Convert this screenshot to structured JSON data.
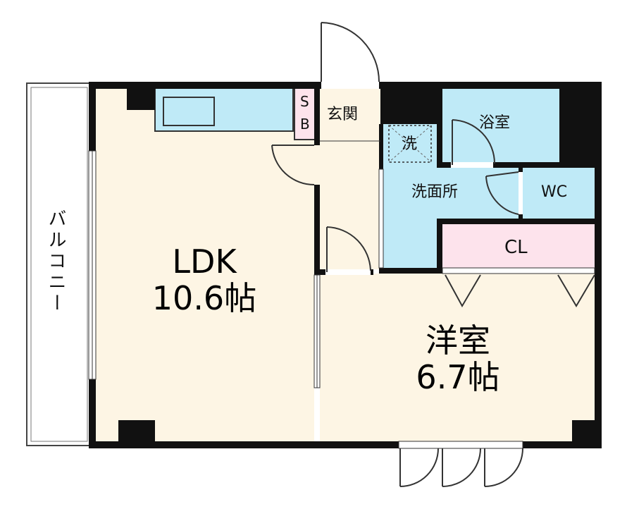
{
  "colors": {
    "wall": "#111111",
    "ldk_floor": "#fdf5e4",
    "wet_area": "#bfeaf7",
    "closet": "#fde3ec",
    "white": "#ffffff"
  },
  "rooms": {
    "ldk": {
      "name": "LDK",
      "size": "10.6帖"
    },
    "western": {
      "name": "洋室",
      "size": "6.7帖"
    },
    "balcony": {
      "name": "バルコニー"
    },
    "entrance": {
      "name": "玄関"
    },
    "shoe_box_top": "S",
    "shoe_box_bottom": "B",
    "washer": {
      "name": "洗"
    },
    "bath": {
      "name": "浴室"
    },
    "washroom": {
      "name": "洗面所"
    },
    "toilet": {
      "name": "WC"
    },
    "closet": {
      "name": "CL"
    }
  }
}
